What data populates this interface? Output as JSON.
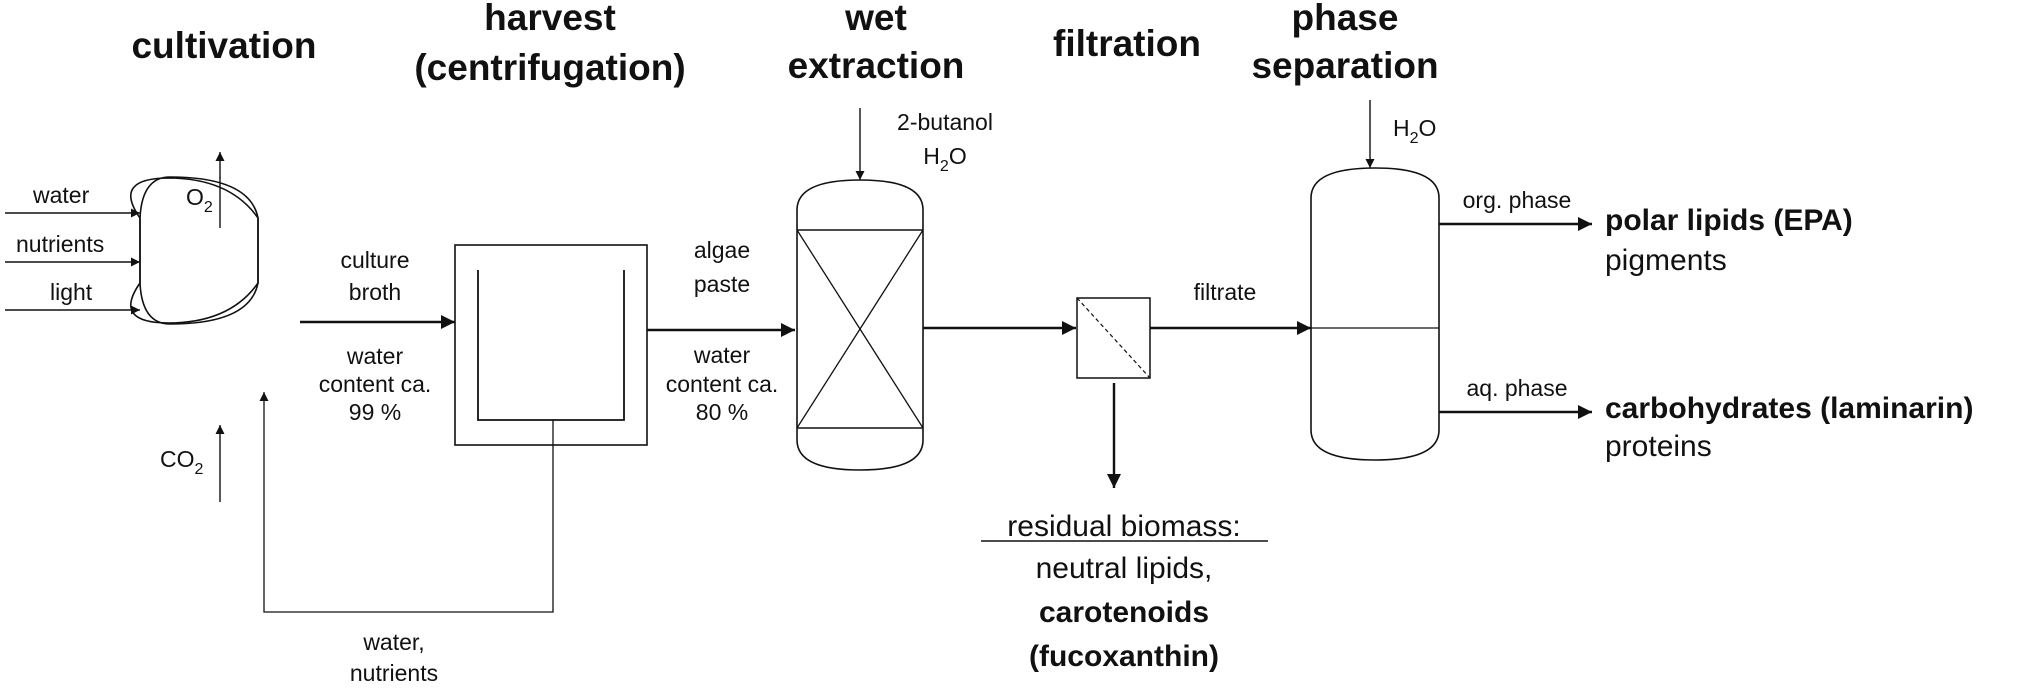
{
  "stages": {
    "cultivation": [
      "cultivation"
    ],
    "harvest": [
      "harvest",
      "(centrifugation)"
    ],
    "wet_extraction": [
      "wet",
      "extraction"
    ],
    "filtration": [
      "filtration"
    ],
    "phase_separation": [
      "phase",
      "separation"
    ]
  },
  "inputs": {
    "water": "water",
    "nutrients": "nutrients",
    "light": "light",
    "o2": "O",
    "o2_sub": "2",
    "co2": "CO",
    "co2_sub": "2"
  },
  "streams": {
    "culture_broth": [
      "culture",
      "broth"
    ],
    "water_content_99": [
      "water",
      "content ca.",
      "99 %"
    ],
    "algae_paste": [
      "algae",
      "paste"
    ],
    "water_content_80": [
      "water",
      "content ca.",
      "80 %"
    ],
    "solvent_1": "2-butanol",
    "solvent_2_main": "H",
    "solvent_2_sub": "2",
    "solvent_2_end": "O",
    "filtrate": "filtrate",
    "h2o_main": "H",
    "h2o_sub": "2",
    "h2o_end": "O",
    "org_phase": "org. phase",
    "aq_phase": "aq. phase",
    "recycle": [
      "water,",
      "nutrients"
    ]
  },
  "products": {
    "polar_lipids": "polar lipids (EPA)",
    "pigments": "pigments",
    "carbohydrates": "carbohydrates (laminarin)",
    "proteins": "proteins",
    "residual_title": "residual biomass:",
    "residual_1": "neutral lipids,",
    "residual_2": "carotenoids",
    "residual_3": "(fucoxanthin)"
  }
}
